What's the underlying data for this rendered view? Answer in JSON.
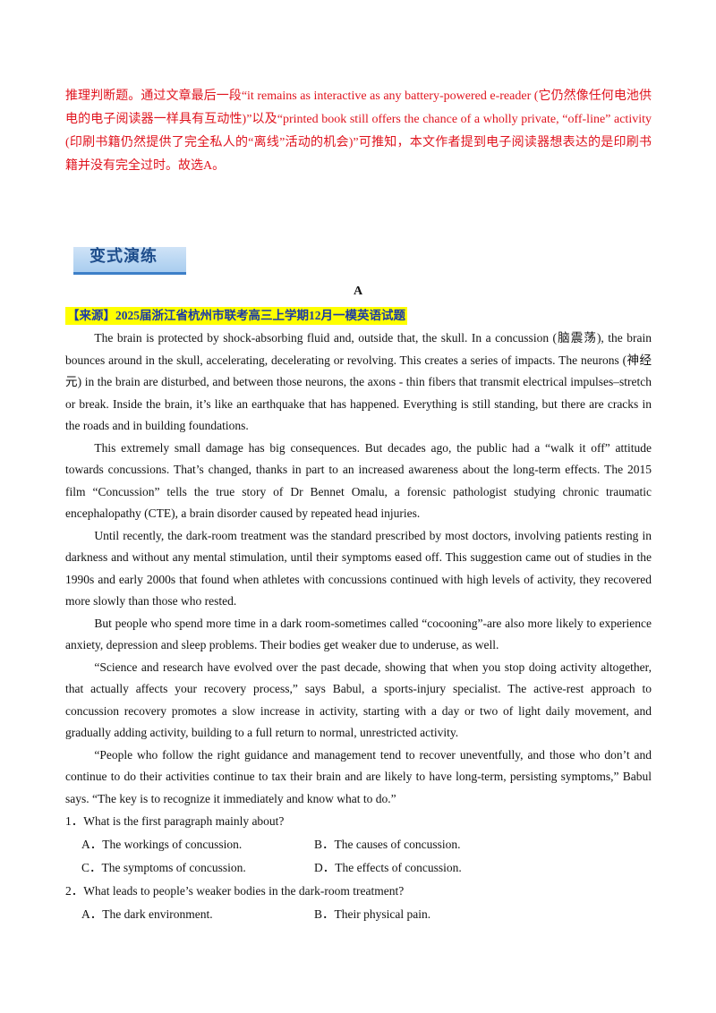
{
  "analysis_text": "推理判断题。通过文章最后一段“it remains as interactive as any battery-powered e-reader (它仍然像任何电池供电的电子阅读器一样具有互动性)”以及“printed book still offers the chance of a wholly private, “off-line” activity (印刷书籍仍然提供了完全私人的“离线”活动的机会)”可推知，本文作者提到电子阅读器想表达的是印刷书籍并没有完全过时。故选A。",
  "section_banner": "变式演练",
  "section_letter": "A",
  "source_line": "【来源】2025届浙江省杭州市联考高三上学期12月一模英语试题",
  "passage": [
    "The brain is protected by shock-absorbing fluid and, outside that, the skull. In a concussion (脑震荡), the brain bounces around in the skull, accelerating, decelerating or revolving. This creates a series of impacts. The neurons (神经元) in the brain are disturbed, and between those neurons, the axons - thin fibers that transmit electrical impulses–stretch or break. Inside the brain, it’s like an earthquake that has happened. Everything is still standing, but there are cracks in the roads and in building foundations.",
    "This extremely small damage has big consequences. But decades ago, the public had a “walk it off” attitude towards concussions. That’s changed, thanks in part to an increased awareness about the long-term effects. The 2015 film “Concussion” tells the true story of Dr Bennet Omalu, a forensic pathologist studying chronic traumatic encephalopathy (CTE), a brain disorder caused by repeated head injuries.",
    "Until recently, the dark-room treatment was the standard prescribed by most doctors, involving patients resting in darkness and without any mental stimulation, until their symptoms eased off. This suggestion came out of studies in the 1990s and early 2000s that found when athletes with concussions continued with high levels of activity, they recovered more slowly than those who rested.",
    "But people who spend more time in a dark room-sometimes called “cocooning”-are also more likely to experience anxiety, depression and sleep problems. Their bodies get weaker due to underuse, as well.",
    "“Science and research have evolved over the past decade, showing that when you stop doing activity altogether, that actually affects your recovery process,” says Babul, a sports-injury specialist. The active-rest approach to concussion recovery promotes a slow increase in activity, starting with a day or two of light daily movement, and gradually adding activity, building to a full return to normal, unrestricted activity.",
    "“People who follow the right guidance and management tend to recover uneventfully, and those who don’t and continue to do their activities continue to tax their brain and are likely to have long-term, persisting symptoms,” Babul says. “The key is to recognize it immediately and know what to do.”"
  ],
  "questions": [
    {
      "stem": "1．What is the first paragraph mainly about?",
      "options": [
        "A．The workings of concussion.",
        "B．The causes of concussion.",
        "C．The symptoms of concussion.",
        "D．The effects of concussion."
      ]
    },
    {
      "stem": "2．What leads to people’s weaker bodies in the dark-room treatment?",
      "options": [
        "A．The dark environment.",
        "B．Their physical pain."
      ]
    }
  ]
}
